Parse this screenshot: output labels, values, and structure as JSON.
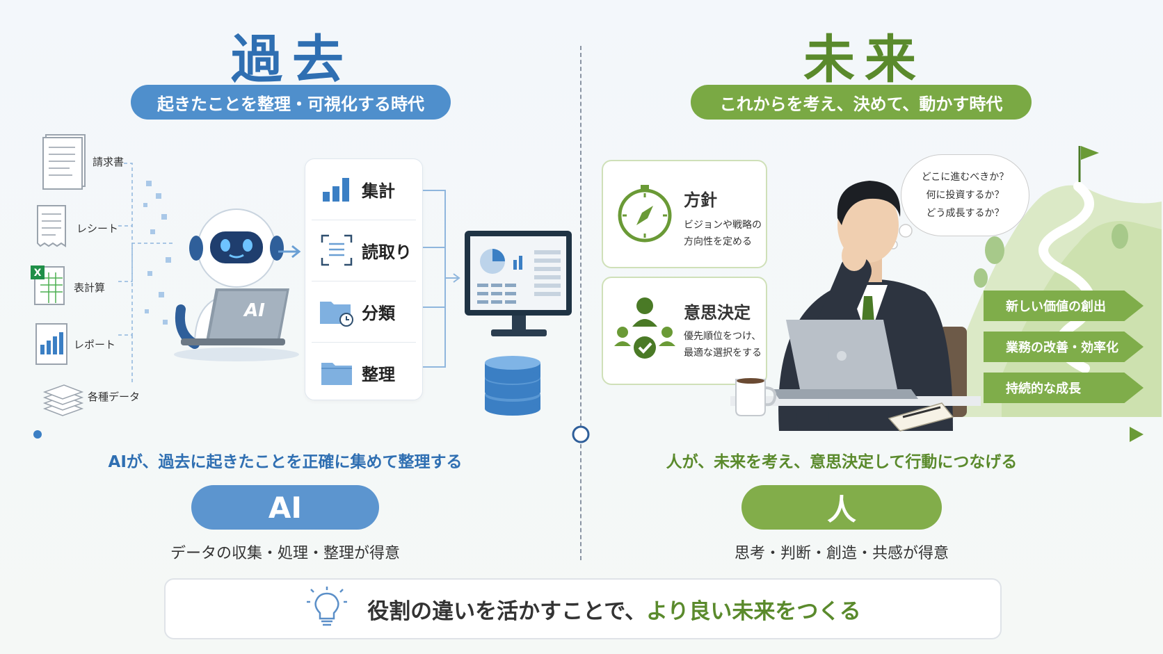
{
  "past": {
    "title": "過去",
    "subtitle": "起きたことを整理・可視化する時代",
    "docs": [
      "請求書",
      "レシート",
      "表計算",
      "レポート",
      "各種データ"
    ],
    "steps": [
      "集計",
      "読取り",
      "分類",
      "整理"
    ],
    "robot_badge": "AI",
    "caption": "AIが、過去に起きたことを正確に集めて整理する",
    "role": "AI",
    "role_desc": "データの収集・処理・整理が得意"
  },
  "future": {
    "title": "未来",
    "subtitle": "これからを考え、決めて、動かす時代",
    "cards": [
      {
        "title": "方針",
        "desc1": "ビジョンや戦略の",
        "desc2": "方向性を定める"
      },
      {
        "title": "意思決定",
        "desc1": "優先順位をつけ、",
        "desc2": "最適な選択をする"
      }
    ],
    "thoughts": [
      "どこに進むべきか？",
      "何に投資するか？",
      "どう成長するか？"
    ],
    "outcomes": [
      "新しい価値の創出",
      "業務の改善・効率化",
      "持続的な成長"
    ],
    "caption": "人が、未来を考え、意思決定して行動につなげる",
    "role": "人",
    "role_desc": "思考・判断・創造・共感が得意"
  },
  "footer": {
    "part1": "役割の違いを活かすことで、",
    "part2": "より良い未来をつくる"
  },
  "colors": {
    "past_blue": "#2f6fb2",
    "future_green": "#5a8a2c"
  }
}
